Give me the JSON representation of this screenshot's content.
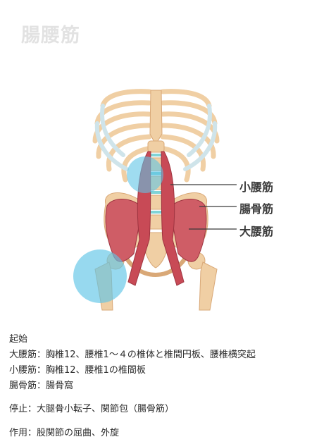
{
  "title": "腸腰筋",
  "figure": {
    "labels": {
      "psoas_minor": "小腰筋",
      "iliacus": "腸骨筋",
      "psoas_major": "大腰筋"
    },
    "colors": {
      "bone": "#f0cfa4",
      "bone_dark": "#d9a877",
      "cartilage": "#cfe4ea",
      "disc": "#7fd3d6",
      "muscle": "#cf5d66",
      "muscle_dark": "#9e3440",
      "highlight": "#5fc4e6"
    }
  },
  "info": {
    "origin_heading": "起始",
    "origin_psoas_major": "大腰筋：胸椎12、腰椎1～４の椎体と椎間円板、腰椎横突起",
    "origin_psoas_minor": "小腰筋：胸椎12、腰椎1の椎間板",
    "origin_iliacus": "腸骨筋：腸骨窩",
    "insertion": "停止：大腿骨小転子、関節包（腸骨筋）",
    "action": "作用：股関節の屈曲、外旋"
  }
}
